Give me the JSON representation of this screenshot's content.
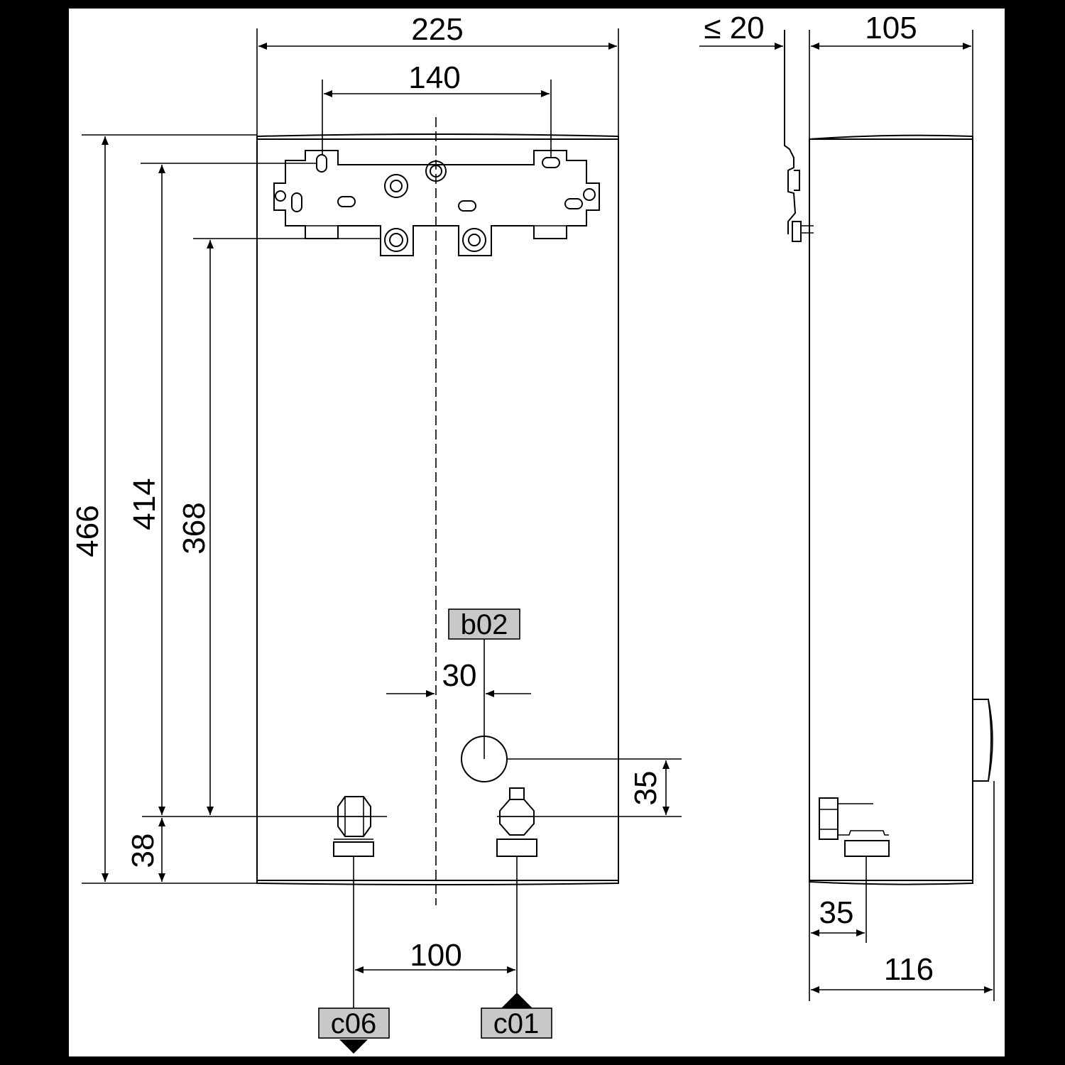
{
  "diagram": {
    "dimensions": {
      "width_front": "225",
      "bracket_holes": "140",
      "wall_gap": "≤ 20",
      "depth_top": "105",
      "height_total": "466",
      "height_mount_upper": "414",
      "height_mount_lower": "368",
      "pipe_to_bottom": "38",
      "cable_offset": "30",
      "cable_height": "35",
      "pipe_spacing": "100",
      "side_pipe_offset": "35",
      "depth_bottom": "116"
    },
    "labels": {
      "cable_entry": "b02",
      "hot_water": "c06",
      "cold_water": "c01"
    }
  }
}
